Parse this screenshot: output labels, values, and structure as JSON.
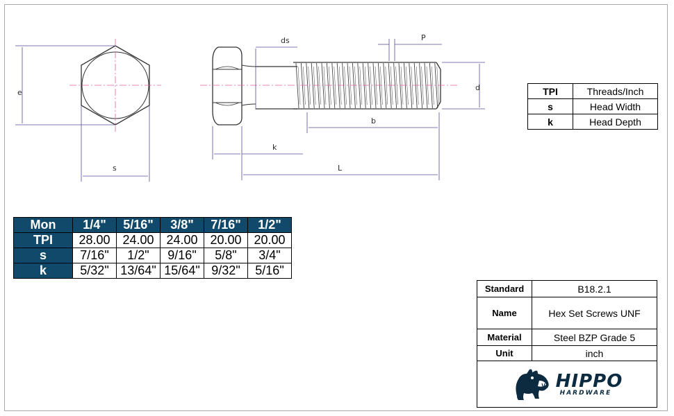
{
  "diagram": {
    "labels": {
      "e": "e",
      "s": "s",
      "ds": "ds",
      "p": "P",
      "d": "d",
      "b": "b",
      "k": "k",
      "l": "L"
    }
  },
  "legend": {
    "rows": [
      {
        "key": "TPI",
        "value": "Threads/Inch"
      },
      {
        "key": "s",
        "value": "Head Width"
      },
      {
        "key": "k",
        "value": "Head Depth"
      }
    ]
  },
  "sizes": {
    "header": [
      "Mon",
      "1/4\"",
      "5/16\"",
      "3/8\"",
      "7/16\"",
      "1/2\""
    ],
    "rows": [
      [
        "TPI",
        "28.00",
        "24.00",
        "24.00",
        "20.00",
        "20.00"
      ],
      [
        "s",
        "7/16\"",
        "1/2\"",
        "9/16\"",
        "5/8\"",
        "3/4\""
      ],
      [
        "k",
        "5/32\"",
        "13/64\"",
        "15/64\"",
        "9/32\"",
        "5/16\""
      ]
    ]
  },
  "info": {
    "standard_label": "Standard",
    "standard": "B18.2.1",
    "name_label": "Name",
    "name": "Hex Set Screws UNF",
    "material_label": "Material",
    "material": "Steel BZP Grade 5",
    "unit_label": "Unit",
    "unit": "inch"
  },
  "brand": {
    "name": "HIPPO",
    "sub": "HARDWARE",
    "icon": "hippo-icon",
    "color": "#0c2b40"
  },
  "colors": {
    "header_bg": "#10496a",
    "dimension_line": "#5a4a9a",
    "centre_line": "#e060a0"
  }
}
